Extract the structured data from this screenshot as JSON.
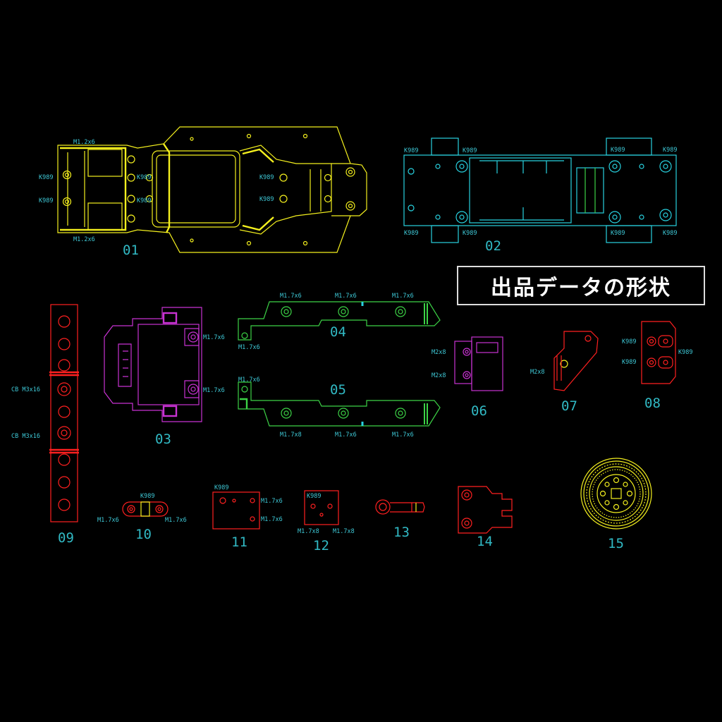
{
  "title": "出品データの形状",
  "colors": {
    "background": "#000000",
    "part_yellow": "#f4f01e",
    "part_cyan": "#28d2e0",
    "part_magenta": "#c832d2",
    "part_green": "#3cd246",
    "part_red": "#ff2020",
    "annotation": "#3ec8d6",
    "title_border": "#dddddd",
    "title_text": "#ffffff"
  },
  "parts": [
    {
      "id": "01",
      "annotations": [
        "M1.2x6",
        "M1.2x6",
        "K989",
        "K989",
        "K989",
        "K989",
        "K989",
        "K989"
      ]
    },
    {
      "id": "02",
      "annotations": [
        "K989",
        "K989",
        "K989",
        "K989",
        "K989",
        "K989",
        "K989",
        "K989"
      ]
    },
    {
      "id": "03",
      "annotations": [
        "M1.7x6",
        "M1.7x6"
      ]
    },
    {
      "id": "04",
      "annotations": [
        "M1.7x6",
        "M1.7x6",
        "M1.7x6",
        "M1.7x6"
      ]
    },
    {
      "id": "05",
      "annotations": [
        "M1.7x6",
        "M1.7x8",
        "M1.7x6",
        "M1.7x6"
      ]
    },
    {
      "id": "06",
      "annotations": [
        "M2x8",
        "M2x8"
      ]
    },
    {
      "id": "07",
      "annotations": [
        "M2x8"
      ]
    },
    {
      "id": "08",
      "annotations": [
        "K989",
        "K989",
        "K989"
      ]
    },
    {
      "id": "09",
      "annotations": [
        "CB M3x16",
        "CB M3x16"
      ]
    },
    {
      "id": "10",
      "annotations": [
        "K989",
        "M1.7x6",
        "M1.7x6"
      ]
    },
    {
      "id": "11",
      "annotations": [
        "K989",
        "M1.7x6",
        "M1.7x6"
      ]
    },
    {
      "id": "12",
      "annotations": [
        "K989",
        "M1.7x8",
        "M1.7x8"
      ]
    },
    {
      "id": "13",
      "annotations": []
    },
    {
      "id": "14",
      "annotations": []
    },
    {
      "id": "15",
      "annotations": []
    }
  ]
}
